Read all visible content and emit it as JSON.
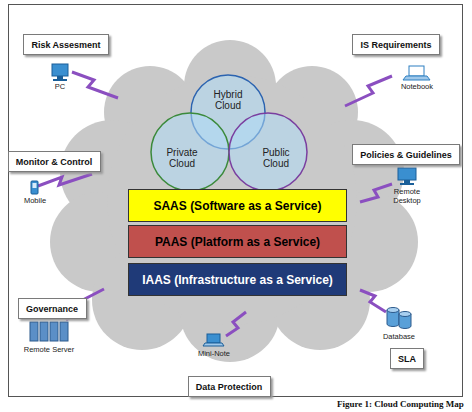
{
  "diagram": {
    "caption": "Figure 1: Cloud Computing Map",
    "nodes": [
      {
        "text": [
          "Risk Assesment"
        ]
      },
      {
        "text": [
          "IS Requirements"
        ]
      },
      {
        "text": [
          "Hybrid Cloud"
        ]
      },
      {
        "text": [
          "Private Cloud"
        ]
      },
      {
        "text": [
          "Public Cloud"
        ]
      },
      {
        "text": [
          "Monitor & Control"
        ]
      },
      {
        "text": [
          "Policies & Guidelines"
        ]
      },
      {
        "text": [
          "SAAS (Software as a Service)"
        ]
      },
      {
        "text": [
          "PAAS (Platform as a Service)"
        ]
      },
      {
        "text": [
          "IAAS (Infrastructure as a Service)"
        ]
      },
      {
        "text": [
          "Governance"
        ]
      },
      {
        "text": [
          "SLA"
        ]
      },
      {
        "text": [
          "Data Protection"
        ]
      }
    ],
    "labels": [
      "PC",
      "Notebook",
      "Mobile",
      "Remote Desktop",
      "Remote Server",
      "Database",
      "Mini-Note"
    ]
  }
}
